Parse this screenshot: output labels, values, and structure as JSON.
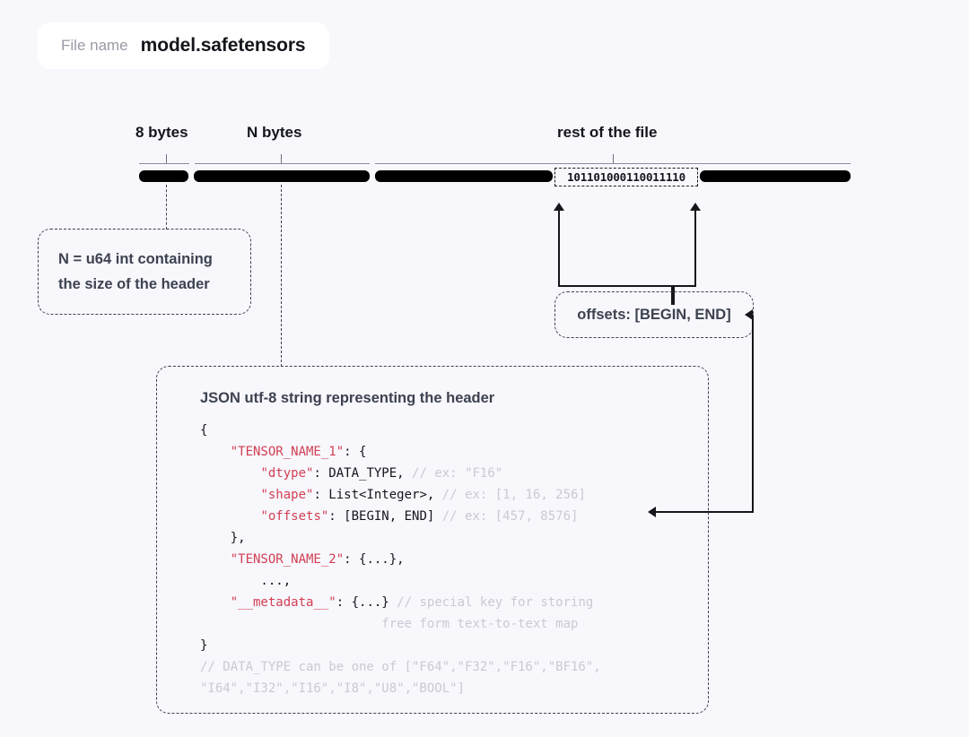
{
  "file_pill": {
    "label": "File name",
    "value": "model.safetensors"
  },
  "ruler": {
    "segments": [
      {
        "label": "8 bytes"
      },
      {
        "label": "N bytes"
      },
      {
        "label": "rest of the file"
      }
    ],
    "binary_sample": "101101000110011110"
  },
  "callouts": {
    "n_box": {
      "line1": "N = u64 int containing",
      "line2": "the size of the header"
    },
    "offsets_box": {
      "text": "offsets: [BEGIN, END]"
    },
    "json_box": {
      "title": "JSON utf-8 string representing the header",
      "code_lines": [
        {
          "parts": [
            {
              "t": "{",
              "c": "p"
            }
          ]
        },
        {
          "parts": [
            {
              "t": "    ",
              "c": "p"
            },
            {
              "t": "\"TENSOR_NAME_1\"",
              "c": "k"
            },
            {
              "t": ": {",
              "c": "p"
            }
          ]
        },
        {
          "parts": [
            {
              "t": "        ",
              "c": "p"
            },
            {
              "t": "\"dtype\"",
              "c": "k"
            },
            {
              "t": ": DATA_TYPE, ",
              "c": "p"
            },
            {
              "t": "// ex: \"F16\"",
              "c": "c"
            }
          ]
        },
        {
          "parts": [
            {
              "t": "        ",
              "c": "p"
            },
            {
              "t": "\"shape\"",
              "c": "k"
            },
            {
              "t": ": List<Integer>, ",
              "c": "p"
            },
            {
              "t": "// ex: [1, 16, 256]",
              "c": "c"
            }
          ]
        },
        {
          "parts": [
            {
              "t": "        ",
              "c": "p"
            },
            {
              "t": "\"offsets\"",
              "c": "k"
            },
            {
              "t": ": [BEGIN, END] ",
              "c": "p"
            },
            {
              "t": "// ex: [457, 8576]",
              "c": "c"
            }
          ]
        },
        {
          "parts": [
            {
              "t": "    },",
              "c": "p"
            }
          ]
        },
        {
          "parts": [
            {
              "t": "    ",
              "c": "p"
            },
            {
              "t": "\"TENSOR_NAME_2\"",
              "c": "k"
            },
            {
              "t": ": {...},",
              "c": "p"
            }
          ]
        },
        {
          "parts": [
            {
              "t": "        ...,",
              "c": "p"
            }
          ]
        },
        {
          "parts": [
            {
              "t": "    ",
              "c": "p"
            },
            {
              "t": "\"__metadata__\"",
              "c": "k"
            },
            {
              "t": ": {...} ",
              "c": "p"
            },
            {
              "t": "// special key for storing",
              "c": "c"
            }
          ]
        },
        {
          "parts": [
            {
              "t": "                        ",
              "c": "p"
            },
            {
              "t": "free form text-to-text map",
              "c": "c"
            }
          ]
        },
        {
          "parts": [
            {
              "t": "}",
              "c": "p"
            }
          ]
        },
        {
          "parts": [
            {
              "t": "// DATA_TYPE can be one of [\"F64\",\"F32\",\"F16\",\"BF16\",",
              "c": "c"
            }
          ]
        },
        {
          "parts": [
            {
              "t": "\"I64\",\"I32\",\"I16\",\"I8\",\"U8\",\"BOOL\"]",
              "c": "c"
            }
          ]
        }
      ]
    }
  },
  "colors": {
    "background": "#f7f7fc",
    "bar": "#000000",
    "key_red": "#d23f53",
    "comment_gray": "#c9cad4",
    "text_dark": "#3d4250"
  }
}
